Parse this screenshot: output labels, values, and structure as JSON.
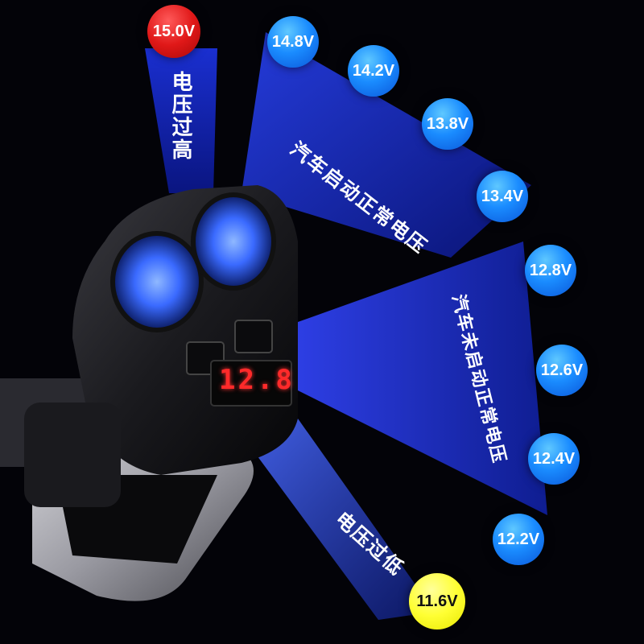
{
  "bubbles": {
    "high": "15.0V",
    "start": [
      "14.8V",
      "14.2V",
      "13.8V",
      "13.4V"
    ],
    "off": [
      "12.8V",
      "12.6V",
      "12.4V",
      "12.2V"
    ],
    "low": "11.6V"
  },
  "labels": {
    "over_voltage": "电压过高",
    "start_normal": "汽车启动正常电压",
    "off_normal": "汽车未启动正常电压",
    "under_voltage": "电压过低"
  },
  "device": {
    "display_reading": "12.8"
  },
  "colors": {
    "high": "#e01818",
    "normal": "#1a8cff",
    "low": "#ffff33",
    "beam": "#1d2fc8",
    "display": "#ff2a2a"
  }
}
